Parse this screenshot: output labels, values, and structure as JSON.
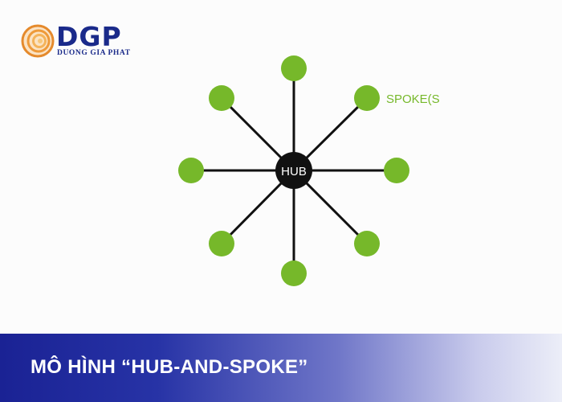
{
  "brand": {
    "name": "DGP",
    "tagline": "DUONG GIA PHAT",
    "primary_color": "#1a2a8a",
    "accent_color": "#e58a2c"
  },
  "diagram": {
    "hub_label": "HUB",
    "spoke_label": "SPOKE(S",
    "spoke_count": 8,
    "hub_color": "#111111",
    "spoke_color": "#76b82a",
    "line_color": "#111111"
  },
  "banner": {
    "title": "MÔ HÌNH “HUB-AND-SPOKE”"
  }
}
